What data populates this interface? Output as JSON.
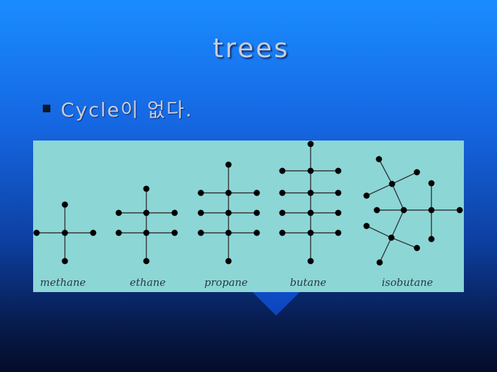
{
  "slide": {
    "title": "trees",
    "bullet": "Cycle이 없다."
  },
  "figure": {
    "labels": [
      "methane",
      "ethane",
      "propane",
      "butane",
      "isobutane"
    ]
  },
  "colors": {
    "background_top": "#1a8cff",
    "background_bottom": "#040c28",
    "figure_bg": "#8cd6d6",
    "node": "#000000",
    "edge": "#333333",
    "bullet": "#101828"
  }
}
